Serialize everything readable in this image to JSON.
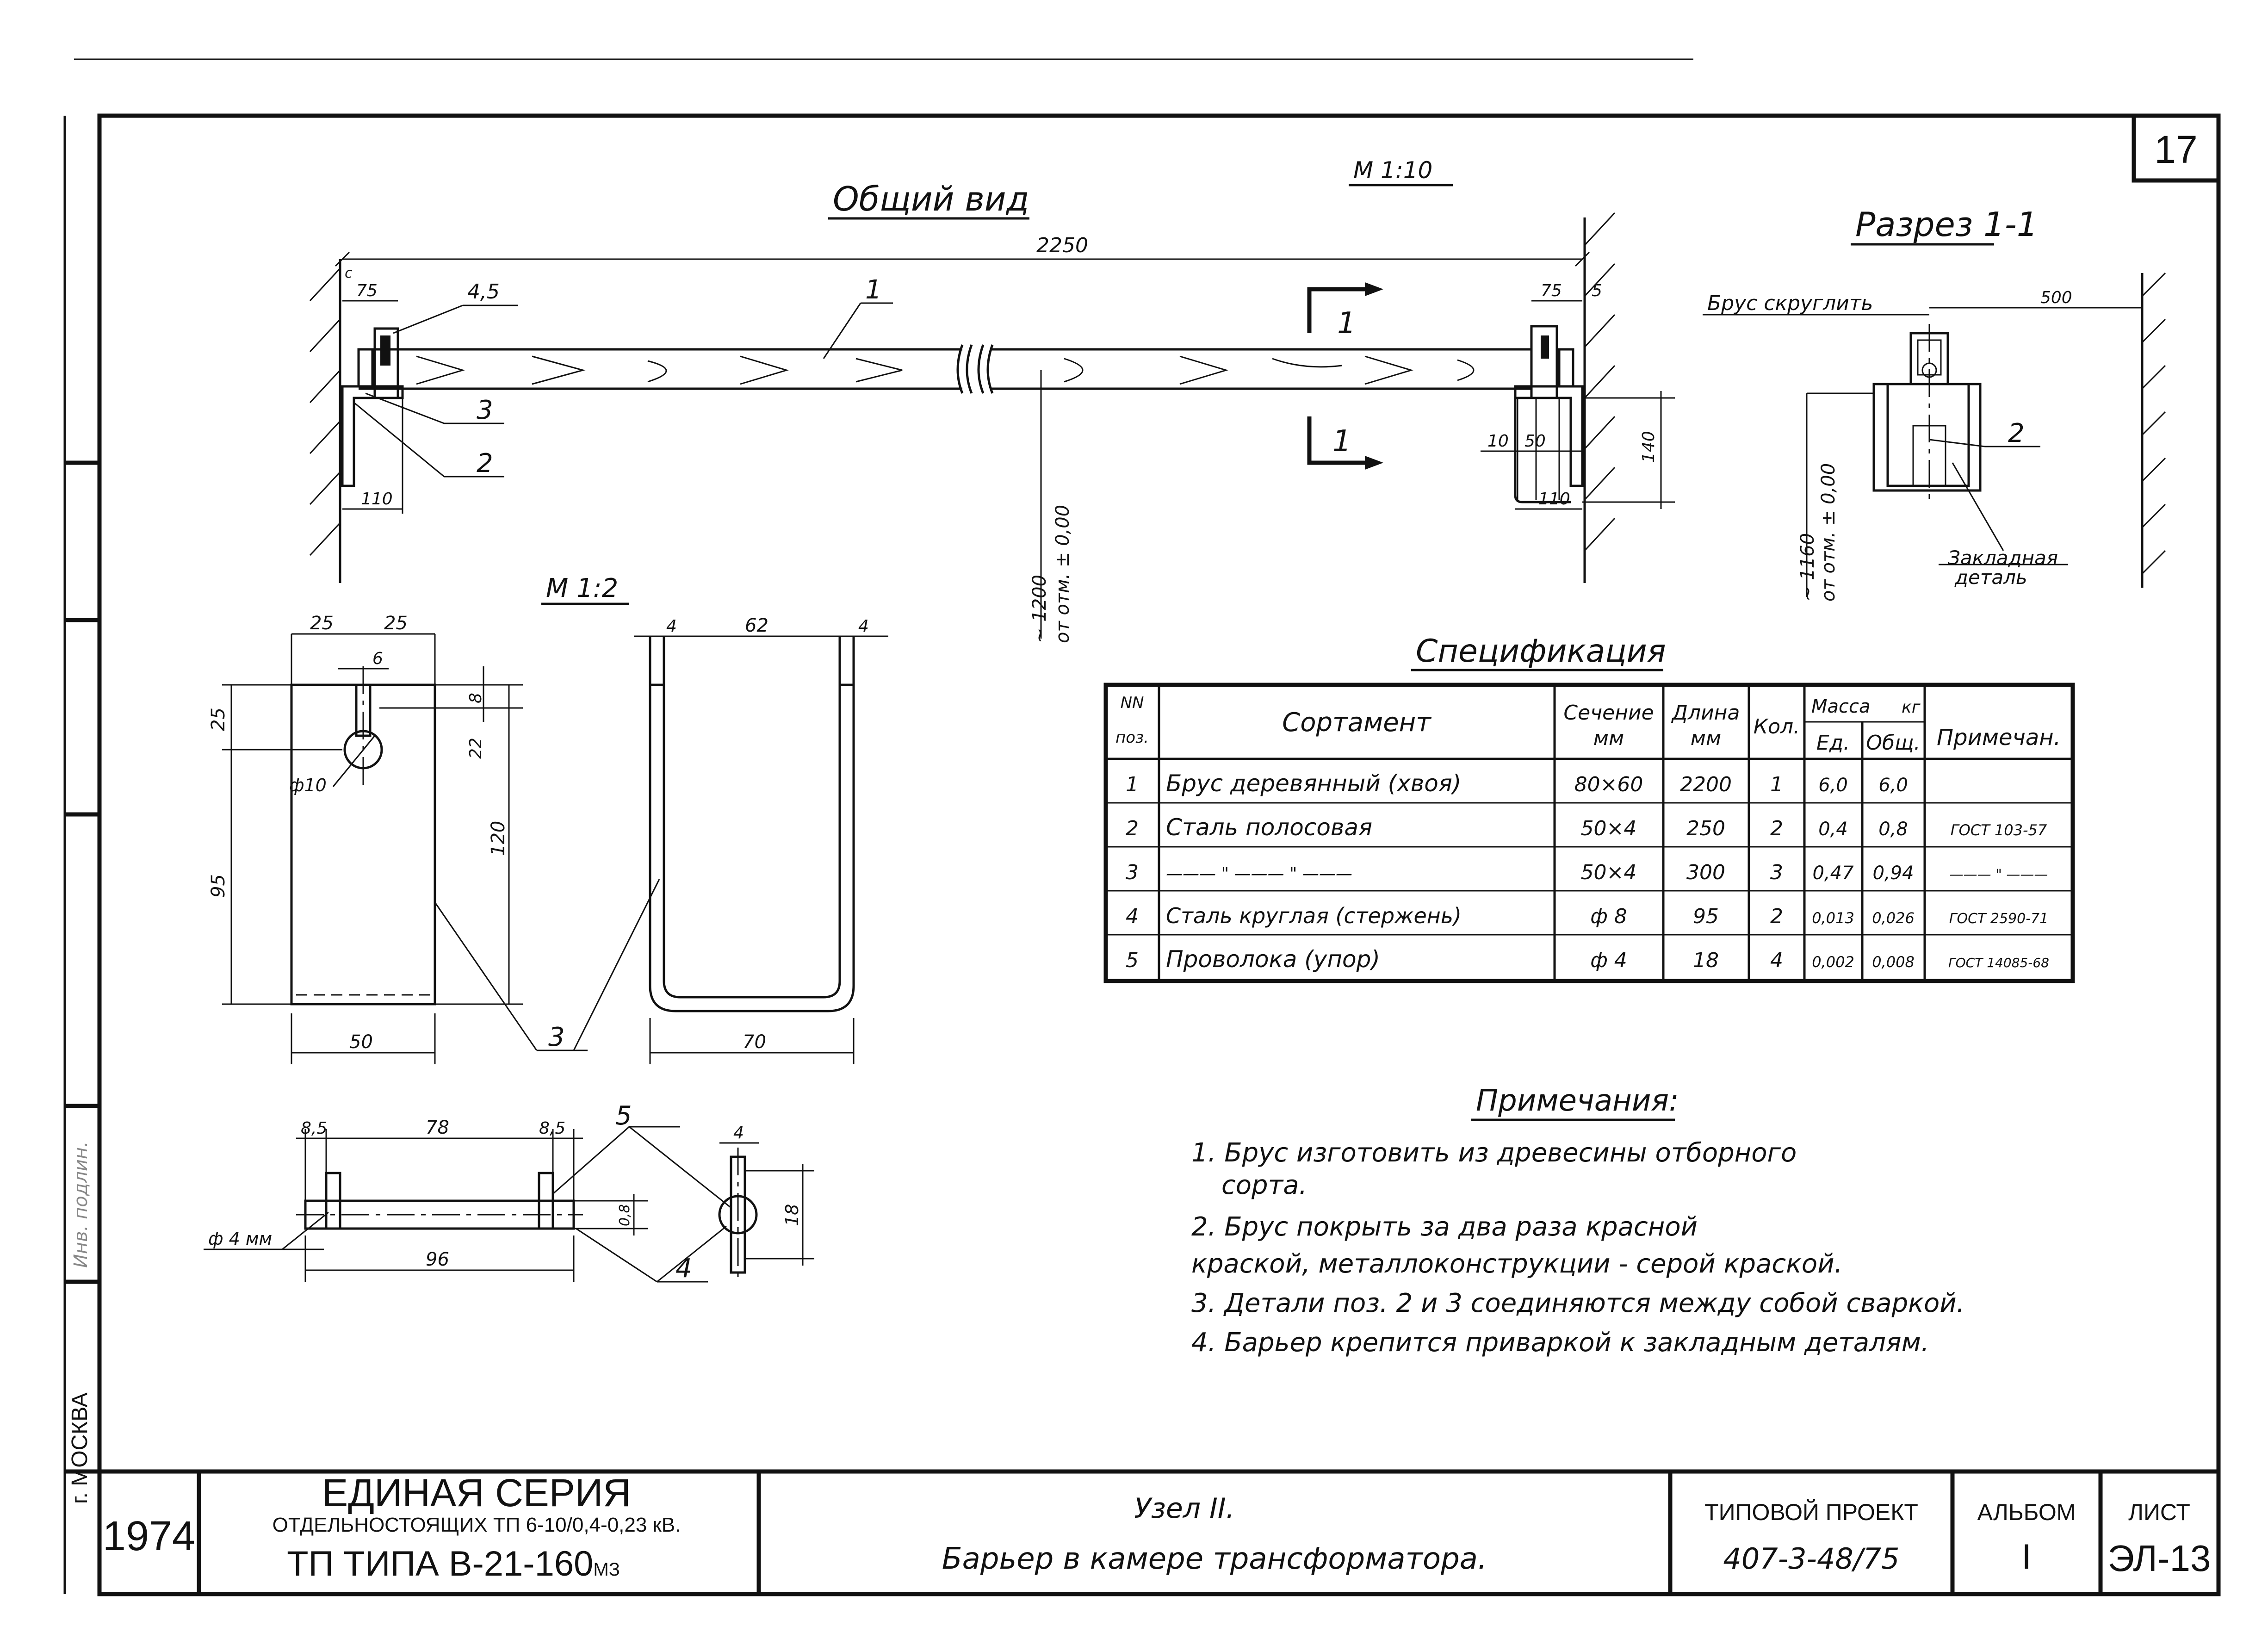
{
  "sheet_number": "17",
  "views": {
    "general": {
      "title": "Общий вид",
      "scale": "М 1:10"
    },
    "section": {
      "title": "Разрез 1-1",
      "round_label": "Брус скруглить",
      "embed_label": [
        "Закладная",
        "деталь"
      ],
      "level_label": [
        "~ 1160",
        "от отм. ± 0,00"
      ],
      "dim_500": "500"
    },
    "detail": {
      "scale": "М 1:2"
    }
  },
  "general_dims": {
    "d2250": "2250",
    "d75a": "75",
    "d45": "4,5",
    "d110a": "110",
    "d75b": "75",
    "d5": "5",
    "d140": "140",
    "d10": "10",
    "d50": "50",
    "d110b": "110",
    "level": [
      "~ 1200",
      "от отм. ± 0,00"
    ],
    "section_mark": "1",
    "small_mark": "c"
  },
  "detail_dims": {
    "d25a": "25",
    "d25b": "25",
    "d6": "6",
    "d25v": "25",
    "d8": "8",
    "d22": "22",
    "dphi10": "ф10",
    "d95": "95",
    "d120": "120",
    "d50": "50",
    "d4a": "4",
    "d62": "62",
    "d4b": "4",
    "d70": "70"
  },
  "pin_dims": {
    "d85a": "8,5",
    "d78": "78",
    "d85b": "8,5",
    "d96": "96",
    "d08": "0,8",
    "dphi4": "ф 4 мм",
    "d4": "4",
    "d18": "18"
  },
  "positions": {
    "p1": "1",
    "p2": "2",
    "p3": "3",
    "p4": "4",
    "p5": "5"
  },
  "spec": {
    "title": "Спецификация",
    "headers": {
      "pos": [
        "NN",
        "поз."
      ],
      "name": "Сортамент",
      "section": [
        "Сечение",
        "мм"
      ],
      "length": [
        "Длина",
        "мм"
      ],
      "qty": "Кол.",
      "mass": "Масса",
      "unit": "кг",
      "mass_unit": "Ед.",
      "mass_total": "Общ.",
      "note": "Примечан."
    },
    "rows": [
      {
        "pos": "1",
        "name": "Брус деревянный (хвоя)",
        "section": "80×60",
        "length": "2200",
        "qty": "1",
        "unit": "6,0",
        "total": "6,0",
        "note": ""
      },
      {
        "pos": "2",
        "name": "Сталь полосовая",
        "section": "50×4",
        "length": "250",
        "qty": "2",
        "unit": "0,4",
        "total": "0,8",
        "note": "ГОСТ 103-57"
      },
      {
        "pos": "3",
        "name": "——— \" ——— \" ———",
        "section": "50×4",
        "length": "300",
        "qty": "3",
        "unit": "0,47",
        "total": "0,94",
        "note": "——— \" ———"
      },
      {
        "pos": "4",
        "name": "Сталь круглая (стержень)",
        "section": "ф 8",
        "length": "95",
        "qty": "2",
        "unit": "0,013",
        "total": "0,026",
        "note": "ГОСТ 2590-71"
      },
      {
        "pos": "5",
        "name": "Проволока (упор)",
        "section": "ф 4",
        "length": "18",
        "qty": "4",
        "unit": "0,002",
        "total": "0,008",
        "note": "ГОСТ 14085-68"
      }
    ]
  },
  "notes": {
    "title": "Примечания:",
    "lines": [
      "1. Брус изготовить из древесины отборного",
      "сорта.",
      "2. Брус покрыть за два раза красной",
      "краской, металлоконструкции - серой краской.",
      "3. Детали поз. 2 и 3 соединяются между собой сваркой.",
      "4. Барьер крепится приваркой к закладным деталям."
    ]
  },
  "title_block": {
    "year": "1974",
    "series_title": "ЕДИНАЯ СЕРИЯ",
    "series_sub": "ОТДЕЛЬНОСТОЯЩИХ ТП 6-10/0,4-0,23 кВ.",
    "tp_type": "ТП ТИПА В-21-160",
    "tp_suffix": "МЗ",
    "node": "Узел II.",
    "node_desc": "Барьер в камере трансформатора.",
    "project_label": "ТИПОВОЙ ПРОЕКТ",
    "project_no": "407-3-48/75",
    "album_label": "АЛЬБОМ",
    "album_no": "I",
    "sheet_label": "ЛИСТ",
    "sheet_code": "ЭЛ-13"
  },
  "margin": {
    "city": "г. МОСКВА",
    "stamp": "Инв. подлин."
  }
}
